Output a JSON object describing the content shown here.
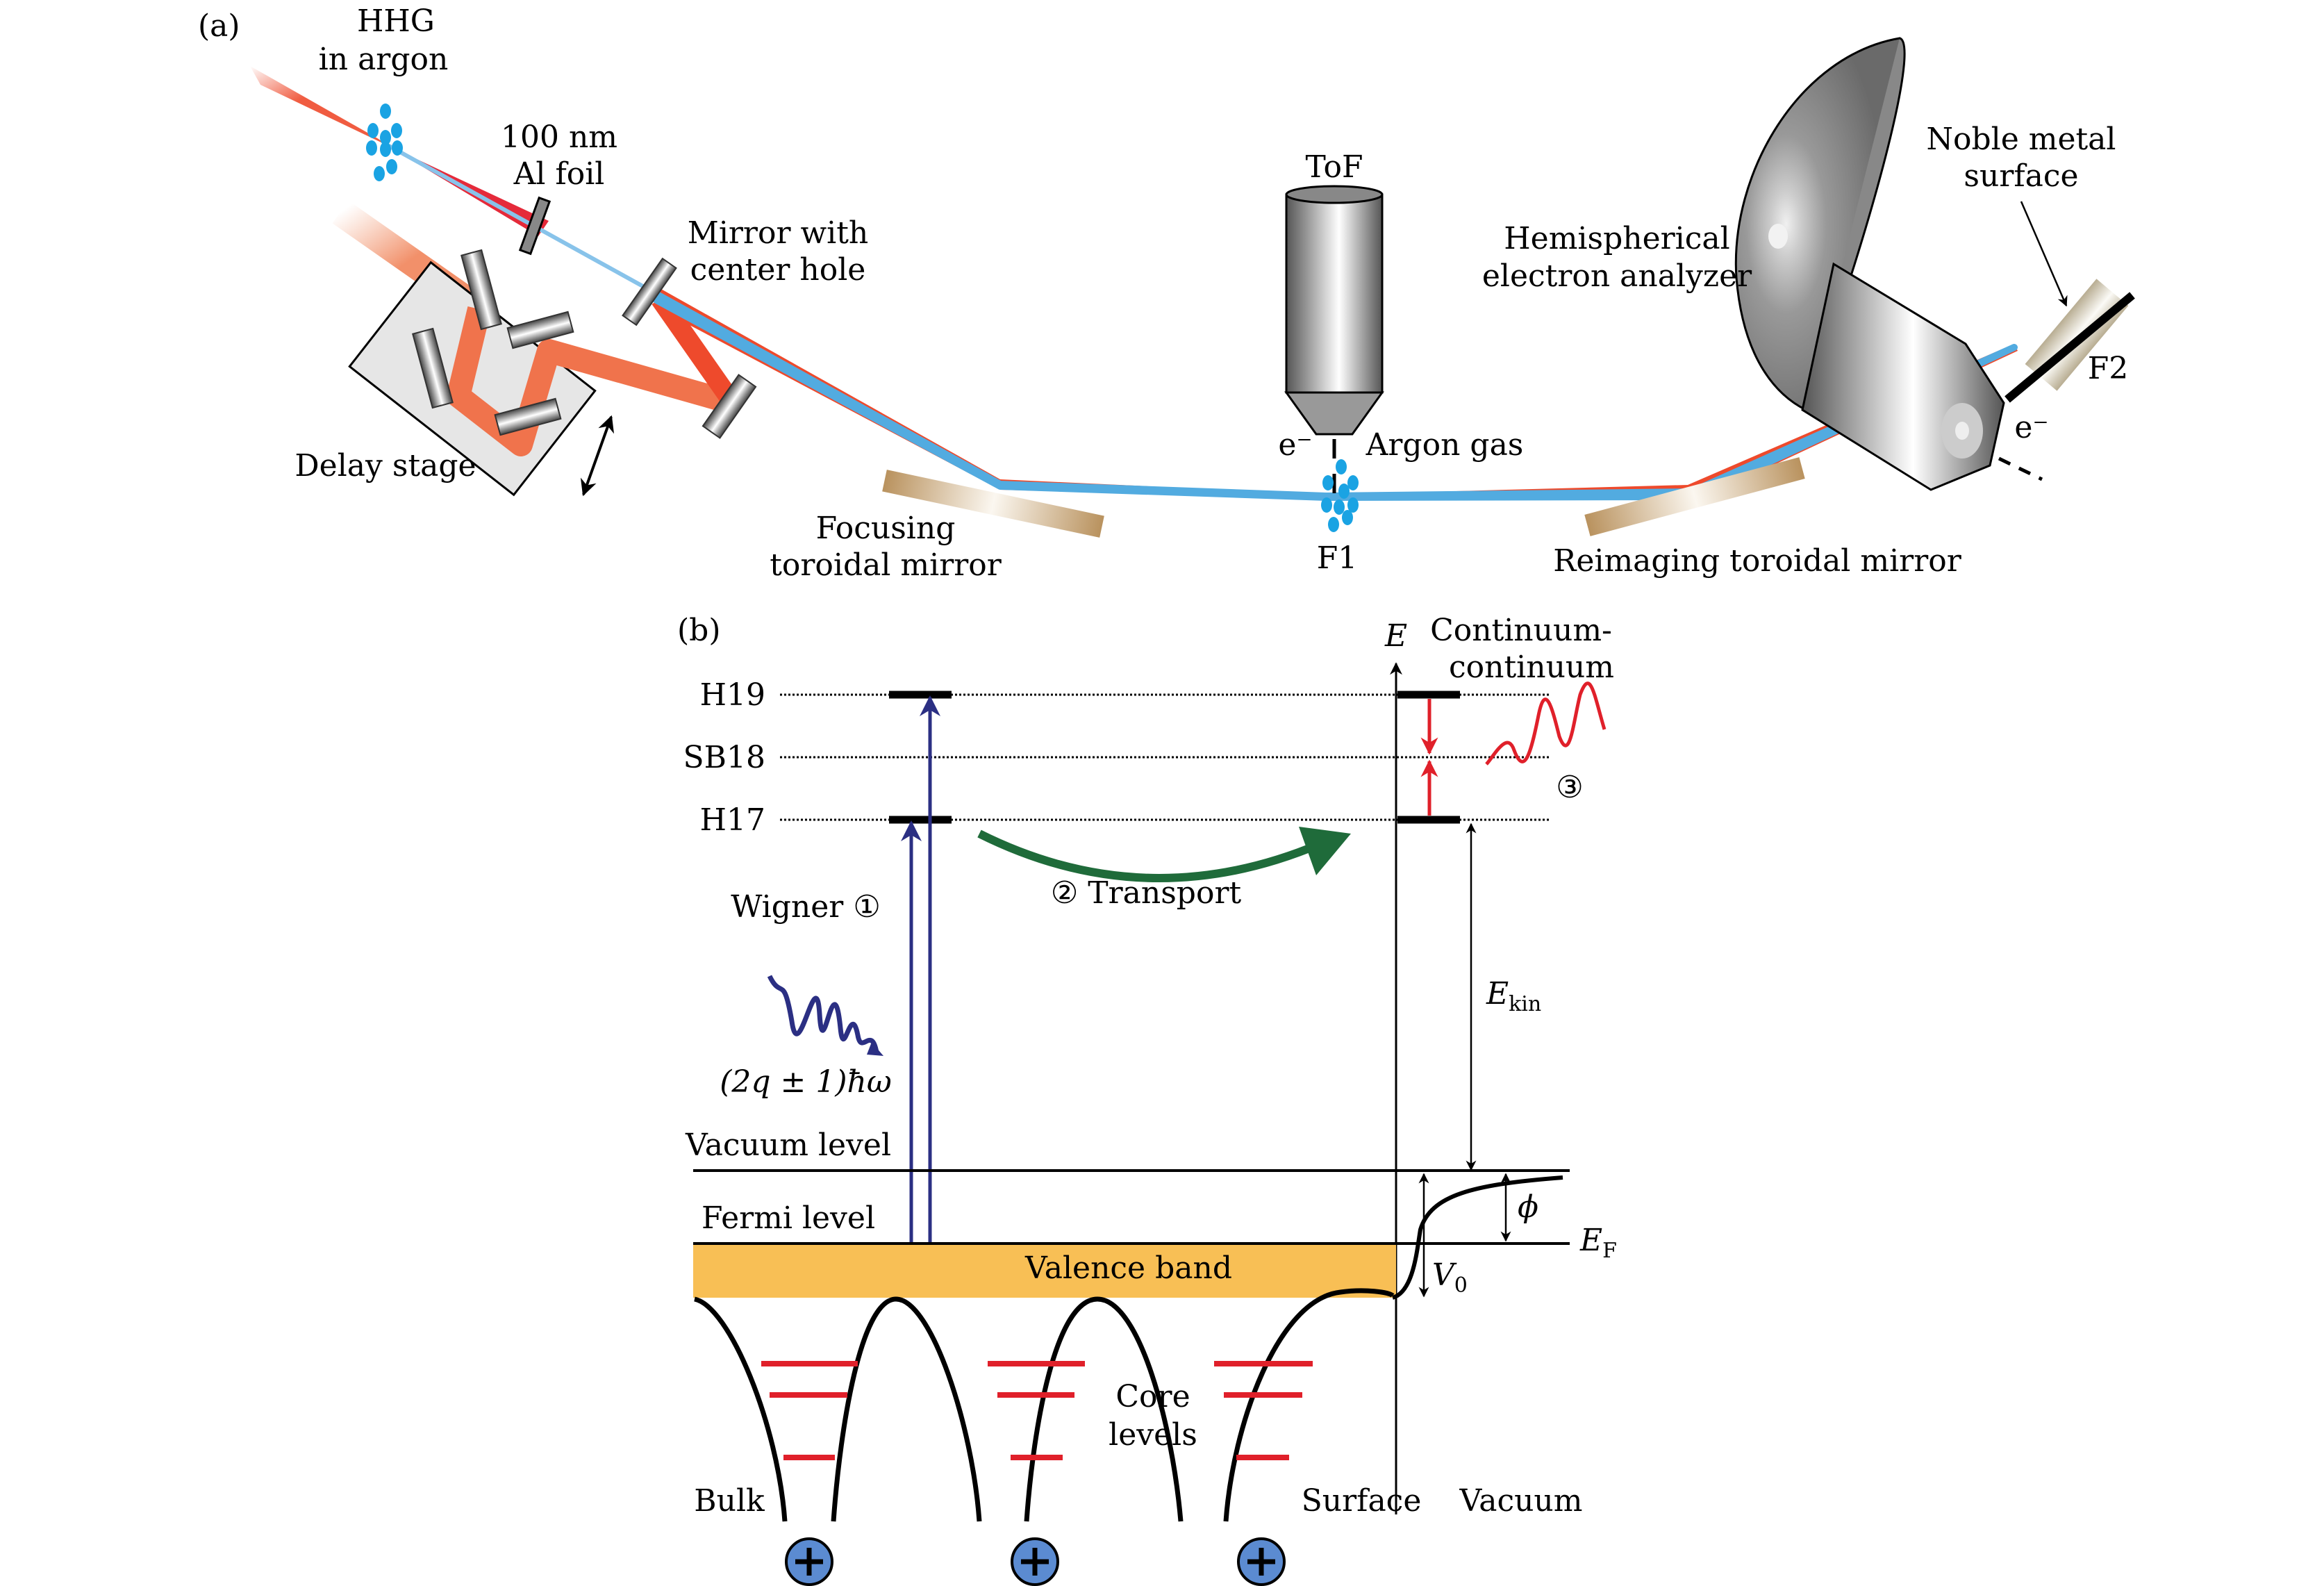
{
  "panel_a": {
    "label": "(a)",
    "hhg": {
      "line1": "HHG",
      "line2": "in argon"
    },
    "al_foil": {
      "line1": "100 nm",
      "line2": "Al foil"
    },
    "mirror_hole": {
      "line1": "Mirror with",
      "line2": "center hole"
    },
    "delay_stage": "Delay stage",
    "focusing_mirror": {
      "line1": "Focusing",
      "line2": "toroidal mirror"
    },
    "tof": "ToF",
    "electron": "e⁻",
    "argon_gas": "Argon gas",
    "f1": "F1",
    "reimaging_mirror": "Reimaging toroidal mirror",
    "analyzer": {
      "line1": "Hemispherical",
      "line2": "electron analyzer"
    },
    "noble_metal": {
      "line1": "Noble metal",
      "line2": "surface"
    },
    "electron2": "e⁻",
    "f2": "F2"
  },
  "panel_b": {
    "label": "(b)",
    "levels": [
      "H19",
      "SB18",
      "H17"
    ],
    "axis_label": "E",
    "continuum": {
      "line1": "Continuum-",
      "line2": "continuum"
    },
    "step3": "③",
    "transport": "② Transport",
    "wigner": "Wigner ①",
    "photon_energy": "(2q ± 1)ħω",
    "ekin": "E",
    "ekin_sub": "kin",
    "vacuum_level": "Vacuum level",
    "fermi_level": "Fermi level",
    "valence_band": "Valence band",
    "phi": "ϕ",
    "ef": "E",
    "ef_sub": "F",
    "v0": "V",
    "v0_sub": "0",
    "core_levels": {
      "line1": "Core",
      "line2": "levels"
    },
    "bulk": "Bulk",
    "surface": "Surface",
    "vacuum": "Vacuum",
    "ion_symbol": "+"
  },
  "colors": {
    "ir_beam": "#ee4a2c",
    "xuv_beam": "#52abe0",
    "gas_dots": "#1aa3e3",
    "harmonic_arrow": "#2b2f83",
    "transport_arrow": "#1f6b3a",
    "cc_arrow": "#e0202a",
    "valence_band": "#f8bf55",
    "core_level": "#e0202a",
    "ion": "#5b8bd1"
  }
}
